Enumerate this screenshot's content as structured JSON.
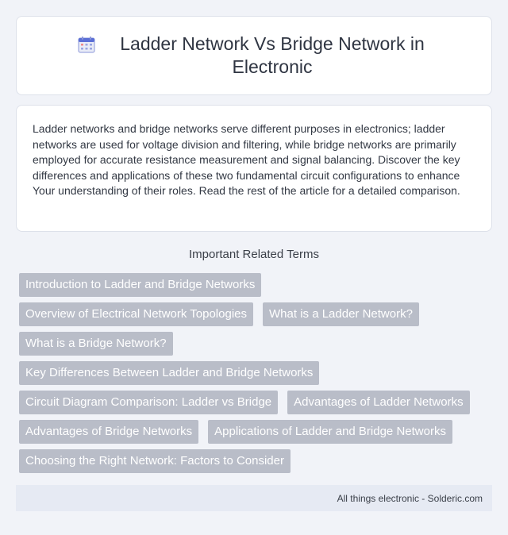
{
  "header": {
    "icon": "calendar-icon",
    "title": "Ladder Network Vs Bridge Network in Electronic"
  },
  "summary": {
    "text": "Ladder networks and bridge networks serve different purposes in electronics; ladder networks are used for voltage division and filtering, while bridge networks are primarily employed for accurate resistance measurement and signal balancing. Discover the key differences and applications of these two fundamental circuit configurations to enhance Your understanding of their roles. Read the rest of the article for a detailed comparison."
  },
  "related": {
    "heading": "Important Related Terms",
    "terms": [
      "Introduction to Ladder and Bridge Networks",
      "Overview of Electrical Network Topologies",
      "What is a Ladder Network?",
      "What is a Bridge Network?",
      "Key Differences Between Ladder and Bridge Networks",
      "Circuit Diagram Comparison: Ladder vs Bridge",
      "Advantages of Ladder Networks",
      "Advantages of Bridge Networks",
      "Applications of Ladder and Bridge Networks",
      "Choosing the Right Network: Factors to Consider"
    ]
  },
  "footer": {
    "text": "All things electronic - Solderic.com"
  },
  "colors": {
    "background": "#f1f3f8",
    "tag": "#b9bdc8",
    "footer": "#e6eaf3"
  }
}
